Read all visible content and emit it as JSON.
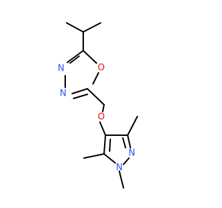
{
  "molecule": {
    "colors": {
      "bond": "#000000",
      "nitrogen": "#3050F8",
      "oxygen": "#FF0D0D",
      "background": "#ffffff"
    },
    "atoms": {
      "oxadiazole_o": "O",
      "oxadiazole_n3": "N",
      "oxadiazole_n4": "N",
      "ether_o": "O",
      "pyrazole_n2": "N",
      "pyrazole_n1": "N"
    }
  }
}
